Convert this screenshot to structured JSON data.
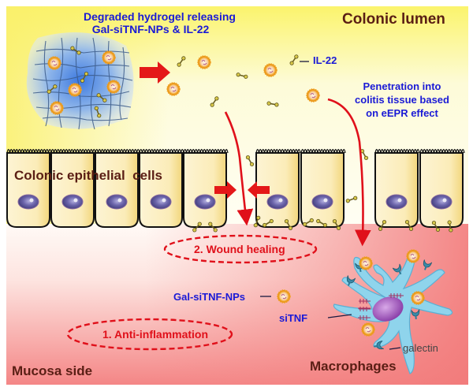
{
  "regions": {
    "lumen_label": "Colonic lumen",
    "mucosa_label": "Mucosa side"
  },
  "labels": {
    "hydrogel_line1": "Degraded hydrogel releasing",
    "hydrogel_line2": "Gal-siTNF-NPs & IL-22",
    "il22": "IL-22",
    "penetration_line1": "Penetration into",
    "penetration_line2": "colitis tissue based",
    "penetration_line3": "on eEPR effect",
    "epithelial": "Colonic epithelial  cells",
    "nps": "Gal-siTNF-NPs",
    "sitnf": "siTNF",
    "galectin": "galectin",
    "macrophages": "Macrophages"
  },
  "steps": [
    {
      "label": "2. Wound healing"
    },
    {
      "label": "1. Anti-inflammation"
    }
  ],
  "colors": {
    "lumen_yellow": "#fbf57a",
    "mucosa_red": "#f48a8a",
    "text_blue": "#1a1ad6",
    "text_brown": "#5a1e14",
    "arrow_red": "#e0101a",
    "cell_fill": "#fbeec0",
    "nucleus": "#6a64a8",
    "macrophage": "#8fd4ec",
    "np_orange": "#f0a020",
    "il22_olive": "#b8a838"
  }
}
